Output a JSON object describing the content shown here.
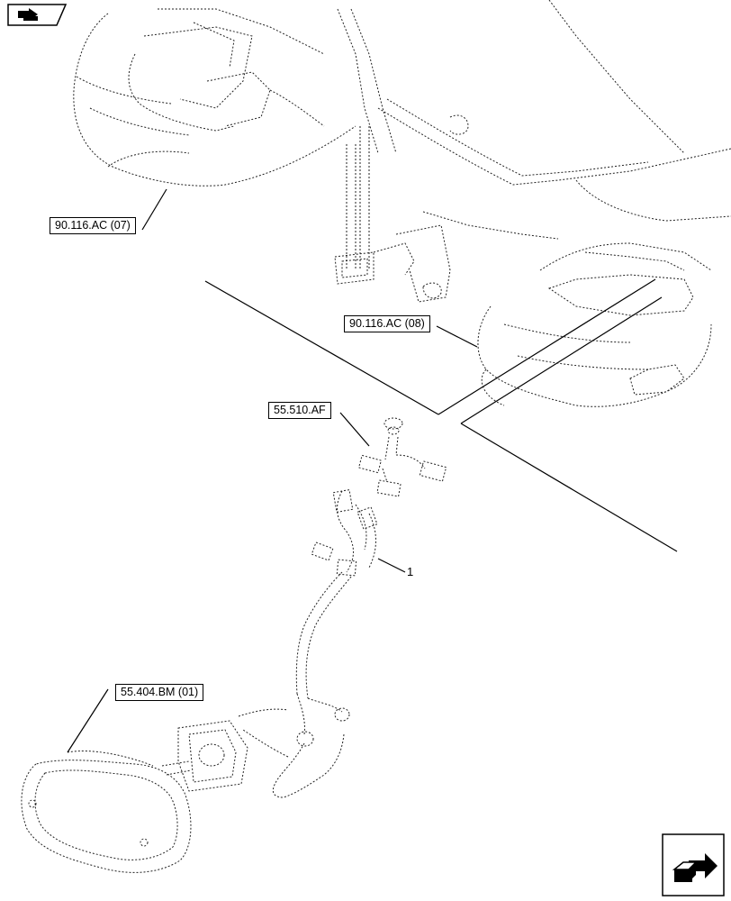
{
  "references": {
    "ref_90_116_ac_07": "90.116.AC (07)",
    "ref_90_116_ac_08": "90.116.AC (08)",
    "ref_55_510_af": "55.510.AF",
    "ref_55_404_bm_01": "55.404.BM (01)"
  },
  "callouts": {
    "item_1": "1"
  },
  "icons": {
    "top_nav": "previous-page-arrow-icon",
    "bottom_nav": "next-page-arrow-icon"
  }
}
